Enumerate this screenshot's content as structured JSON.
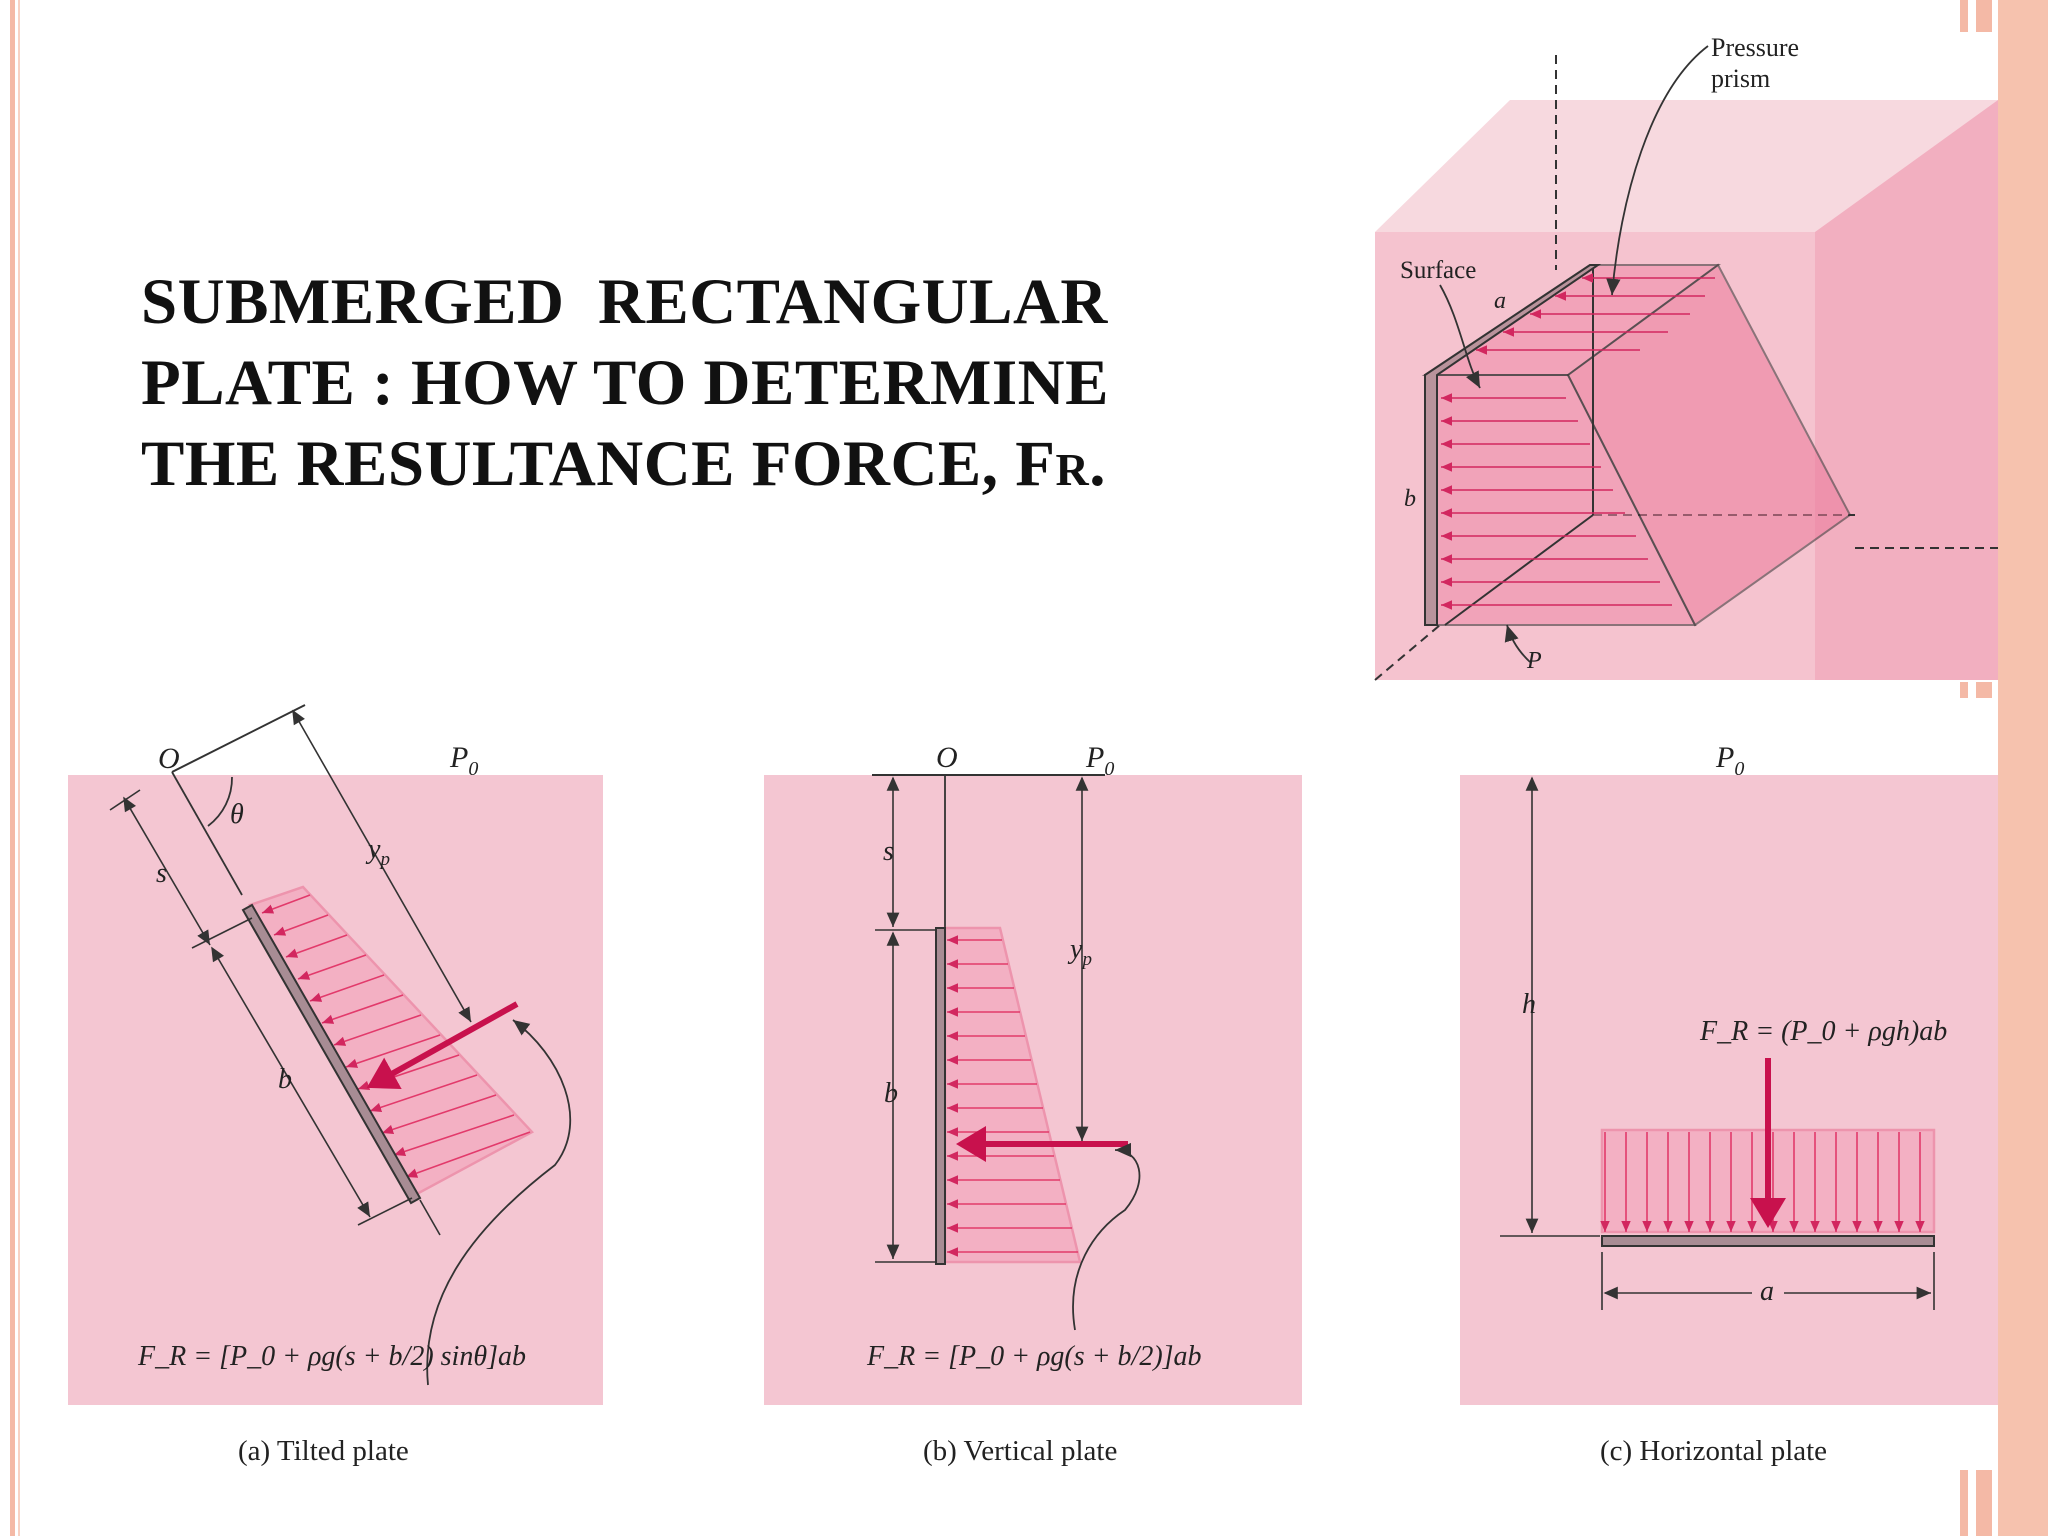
{
  "title": {
    "line1": "SUBMERGED  RECTANGULAR",
    "line2": "PLATE : HOW TO DETERMINE",
    "line3_main": "THE RESULTANCE FORCE, F",
    "line3_sub": "R",
    "line3_end": "."
  },
  "prism": {
    "label_pressure": "Pressure",
    "label_prism": "prism",
    "label_surface": "Surface",
    "label_a": "a",
    "label_b": "b",
    "label_p": "P"
  },
  "tilted": {
    "O": "O",
    "P0": "P",
    "P0_sub": "0",
    "theta": "θ",
    "s": "s",
    "b": "b",
    "yp": "y",
    "yp_sub": "p",
    "formula": "F_R = [P_0 + ρg(s + b/2) sinθ]ab",
    "caption": "(a) Tilted plate"
  },
  "vertical": {
    "O": "O",
    "P0": "P",
    "P0_sub": "0",
    "s": "s",
    "b": "b",
    "yp": "y",
    "yp_sub": "p",
    "formula": "F_R = [P_0 + ρg(s + b/2)]ab",
    "caption": "(b) Vertical plate"
  },
  "horizontal": {
    "P0": "P",
    "P0_sub": "0",
    "h": "h",
    "a": "a",
    "formula": "F_R = (P_0 + ρgh)ab",
    "caption": "(c) Horizontal plate"
  },
  "colors": {
    "accent_border": "#f4b9a6",
    "water": "#f4c6d2",
    "arrow": "#c8114d",
    "line": "#e23a6b"
  }
}
